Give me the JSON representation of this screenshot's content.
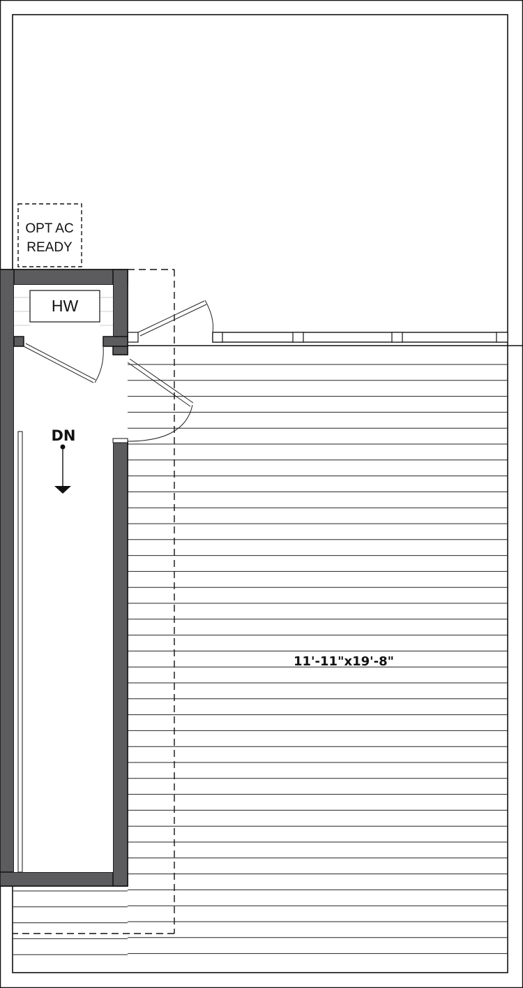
{
  "plan": {
    "labels": {
      "opt_ac_line1": "OPT AC",
      "opt_ac_line2": "READY",
      "water_heater": "HW",
      "stair_direction": "DN",
      "room_dimensions": "11'-11\"x19'-8\""
    },
    "colors": {
      "wall_fill": "#5c5c5f",
      "line": "#111111",
      "background": "#ffffff"
    },
    "icons": [
      "arrow-down-icon"
    ]
  }
}
